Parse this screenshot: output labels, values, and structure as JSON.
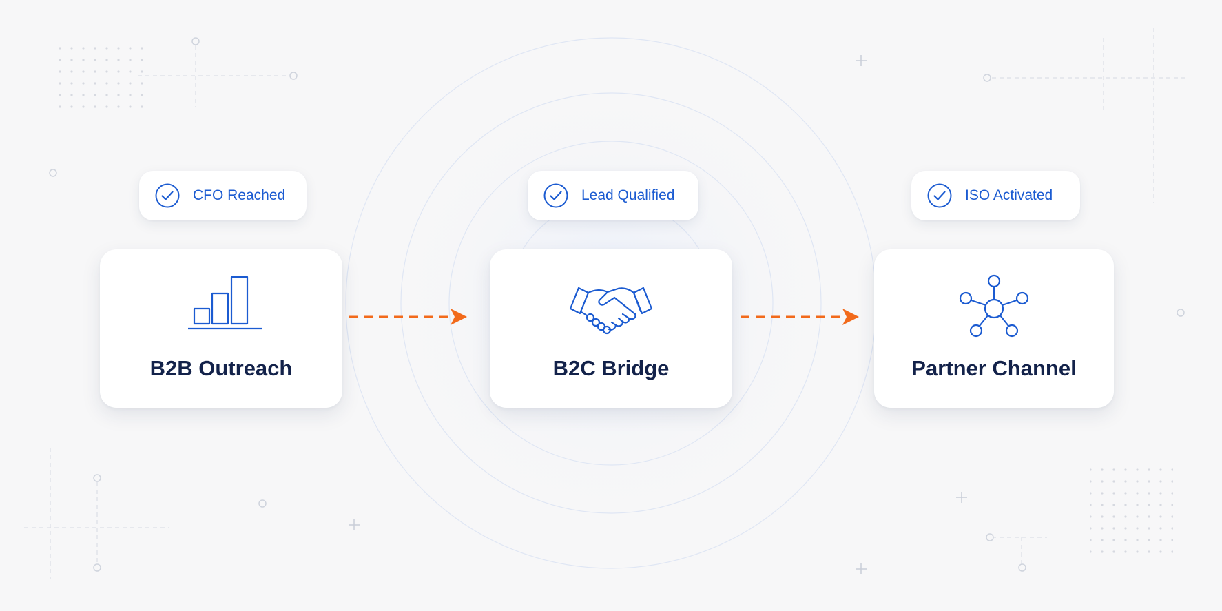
{
  "colors": {
    "background": "#f7f7f8",
    "accent_blue": "#1b5bd1",
    "title_navy": "#13224a",
    "arrow_orange": "#f26a1b",
    "ring": "#dde5f5"
  },
  "stages": [
    {
      "badge": "CFO Reached",
      "title": "B2B Outreach",
      "icon": "bar-chart-icon"
    },
    {
      "badge": "Lead Qualified",
      "title": "B2C Bridge",
      "icon": "handshake-icon"
    },
    {
      "badge": "ISO Activated",
      "title": "Partner Channel",
      "icon": "network-hub-icon"
    }
  ]
}
